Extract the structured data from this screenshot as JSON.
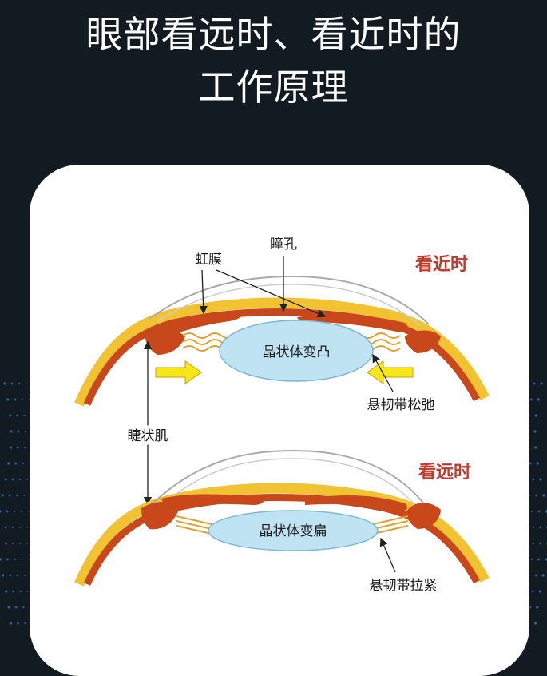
{
  "title": {
    "line1": "眼部看远时、看近时的",
    "line2": "工作原理"
  },
  "near_view": {
    "state_label": "看近时",
    "iris_label": "虹膜",
    "pupil_label": "瞳孔",
    "lens_label": "晶状体变凸",
    "zonule_label": "悬韧带松弛"
  },
  "far_view": {
    "state_label": "看远时",
    "lens_label": "晶状体变扁",
    "zonule_label": "悬韧带拉紧"
  },
  "ciliary_label": "睫状肌",
  "colors": {
    "background": "#121a22",
    "card": "#ffffff",
    "lens_fill": "#bfe3f2",
    "muscle": "#c8481c",
    "sclera_yellow": "#f1c232",
    "arrow_yellow": "#f6e61a",
    "state_text": "#c0392b"
  }
}
